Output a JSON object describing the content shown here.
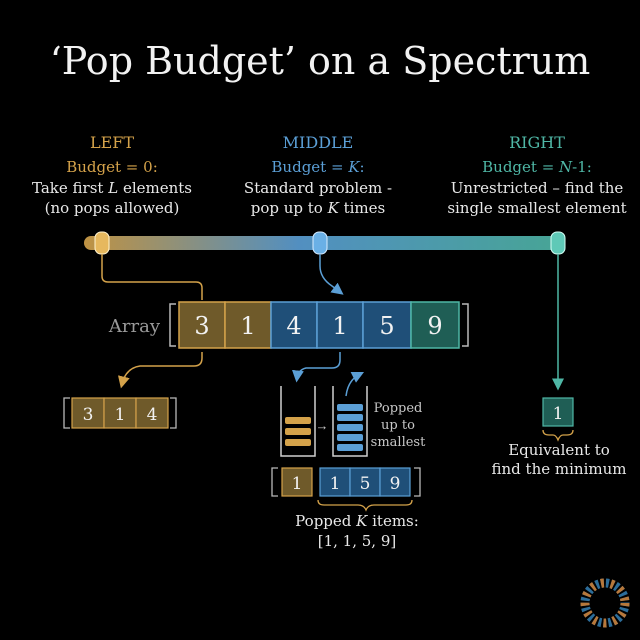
{
  "title": "‘Pop Budget’ on a Spectrum",
  "colors": {
    "gold": "#d4a24a",
    "gold_fill": "#6f5a2a",
    "blue": "#5b9fd6",
    "blue_fill": "#1f4f78",
    "teal": "#4fb7a6",
    "teal_fill": "#1f5e55",
    "bracket": "#b9b9b9"
  },
  "spectrum": {
    "left": {
      "heading": "LEFT",
      "budget_prefix": "Budget = ",
      "budget_value": "0",
      "budget_suffix": ":",
      "line1_prefix": "Take first ",
      "line1_var": "L",
      "line1_suffix": " elements",
      "line2": "(no pops allowed)"
    },
    "middle": {
      "heading": "MIDDLE",
      "budget_prefix": "Budget = ",
      "budget_value": "K",
      "budget_suffix": ":",
      "line1": "Standard problem -",
      "line2_prefix": "pop up to ",
      "line2_var": "K",
      "line2_suffix": " times"
    },
    "right": {
      "heading": "RIGHT",
      "budget_prefix": "Budget = ",
      "budget_value": "N",
      "budget_suffix": "-1:",
      "line1": "Unrestricted – find the",
      "line2": "single smallest element"
    }
  },
  "array": {
    "label": "Array",
    "values": [
      "3",
      "1",
      "4",
      "1",
      "5",
      "9"
    ]
  },
  "left_result": [
    "3",
    "1",
    "4"
  ],
  "stack": {
    "arrow": "→",
    "note_line1": "Popped",
    "note_line2": "up to",
    "note_line3": "smallest"
  },
  "middle_result": {
    "kept": [
      "1"
    ],
    "popped": [
      "1",
      "5",
      "9"
    ],
    "caption_prefix": "Popped ",
    "caption_var": "K",
    "caption_suffix": " items:",
    "caption_list": "[1, 1, 5, 9]"
  },
  "right_result": {
    "value": "1",
    "caption_line1": "Equivalent to",
    "caption_line2": "find the minimum"
  }
}
